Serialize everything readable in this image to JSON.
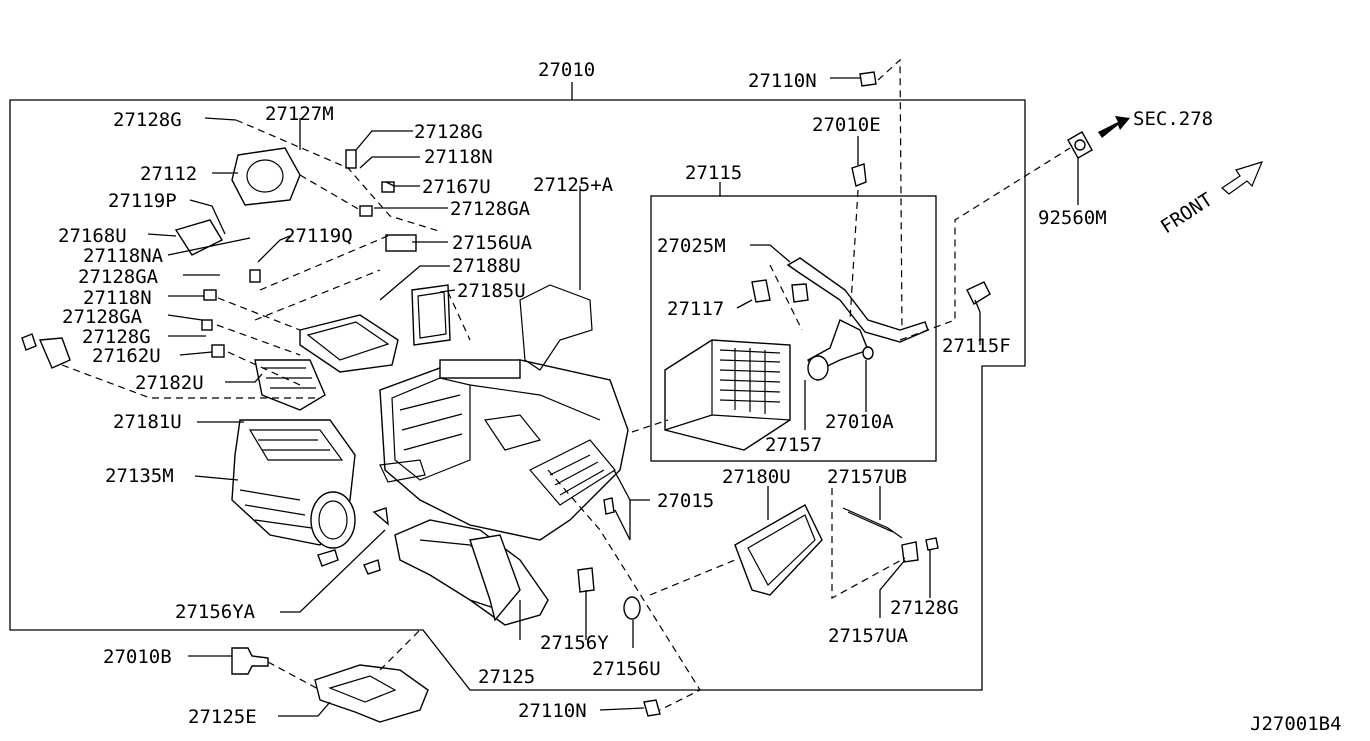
{
  "labels": {
    "p27010": "27010",
    "p27110N_top": "27110N",
    "p27128G_1": "27128G",
    "p27127M": "27127M",
    "p27128G_2": "27128G",
    "p27118N_1": "27118N",
    "p27112": "27112",
    "p27167U": "27167U",
    "p27125A": "27125+A",
    "p27119P": "27119P",
    "p27128GA_1": "27128GA",
    "p27168U": "27168U",
    "p27119Q": "27119Q",
    "p27156UA": "27156UA",
    "p27118NA": "27118NA",
    "p27188U": "27188U",
    "p27128GA_2": "27128GA",
    "p27185U": "27185U",
    "p27118N_2": "27118N",
    "p27128GA_3": "27128GA",
    "p27128G_3": "27128G",
    "p27162U": "27162U",
    "p27182U": "27182U",
    "p27181U": "27181U",
    "p27135M": "27135M",
    "p27156YA": "27156YA",
    "p27010B": "27010B",
    "p27125E": "27125E",
    "p27110N_bottom": "27110N",
    "p27125": "27125",
    "p27156Y": "27156Y",
    "p27156U": "27156U",
    "p27015": "27015",
    "p27010E": "27010E",
    "p27115": "27115",
    "p27025M": "27025M",
    "p27117": "27117",
    "p27115F": "27115F",
    "p27157": "27157",
    "p27010A": "27010A",
    "p27180U": "27180U",
    "p27157UB": "27157UB",
    "p27128G_4": "27128G",
    "p27157UA": "27157UA",
    "sec278": "SEC.278",
    "p92560M": "92560M",
    "front": "FRONT",
    "diagram_id": "J27001B4"
  }
}
